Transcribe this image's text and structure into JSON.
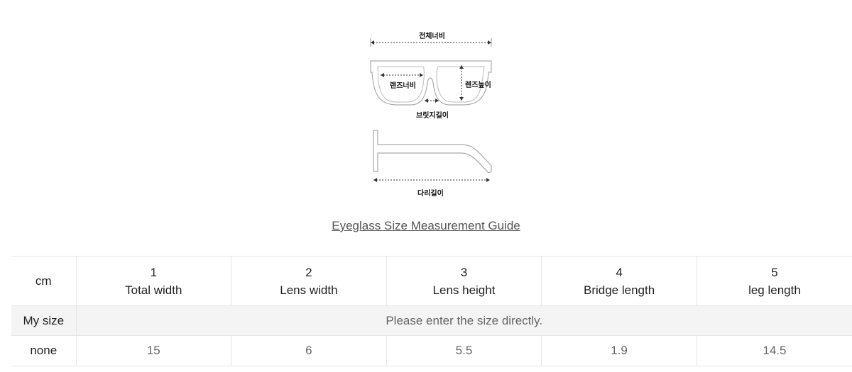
{
  "diagram": {
    "total_width": "전체너비",
    "lens_width": "렌즈너비",
    "lens_height": "렌즈높이",
    "bridge_length": "브릿지길이",
    "leg_length": "다리길이"
  },
  "guide_link": "Eyeglass Size Measurement Guide",
  "table": {
    "unit": "cm",
    "columns": [
      {
        "num": "1",
        "name": "Total width"
      },
      {
        "num": "2",
        "name": "Lens width"
      },
      {
        "num": "3",
        "name": "Lens height"
      },
      {
        "num": "4",
        "name": "Bridge length"
      },
      {
        "num": "5",
        "name": "leg length"
      }
    ],
    "my_size_label": "My size",
    "my_size_placeholder": "Please enter the size directly.",
    "data_label": "none",
    "values": [
      "15",
      "6",
      "5.5",
      "1.9",
      "14.5"
    ]
  }
}
